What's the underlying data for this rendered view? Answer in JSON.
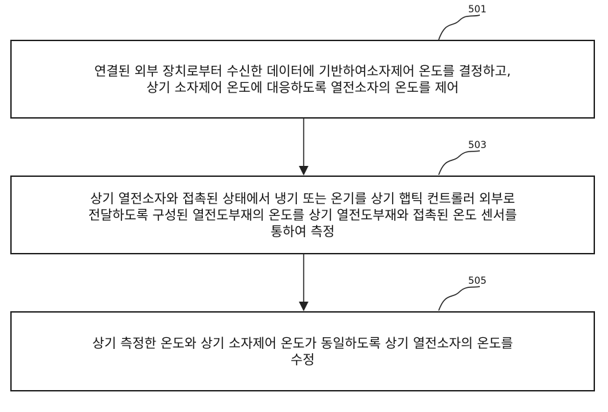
{
  "steps": [
    {
      "id": "501",
      "lines": [
        "연결된 외부 장치로부터 수신한 데이터에 기반하여소자제어 온도를 결정하고,",
        "상기 소자제어 온도에 대응하도록 열전소자의 온도를 제어"
      ]
    },
    {
      "id": "503",
      "lines": [
        "상기 열전소자와 접촉된 상태에서 냉기 또는 온기를 상기 햅틱 컨트롤러 외부로",
        "전달하도록 구성된 열전도부재의 온도를 상기 열전도부재와 접촉된 온도 센서를",
        "통하여 측정"
      ]
    },
    {
      "id": "505",
      "lines": [
        "상기 측정한 온도와 상기 소자제어 온도가 동일하도록 상기 열전소자의 온도를",
        "수정"
      ]
    }
  ]
}
